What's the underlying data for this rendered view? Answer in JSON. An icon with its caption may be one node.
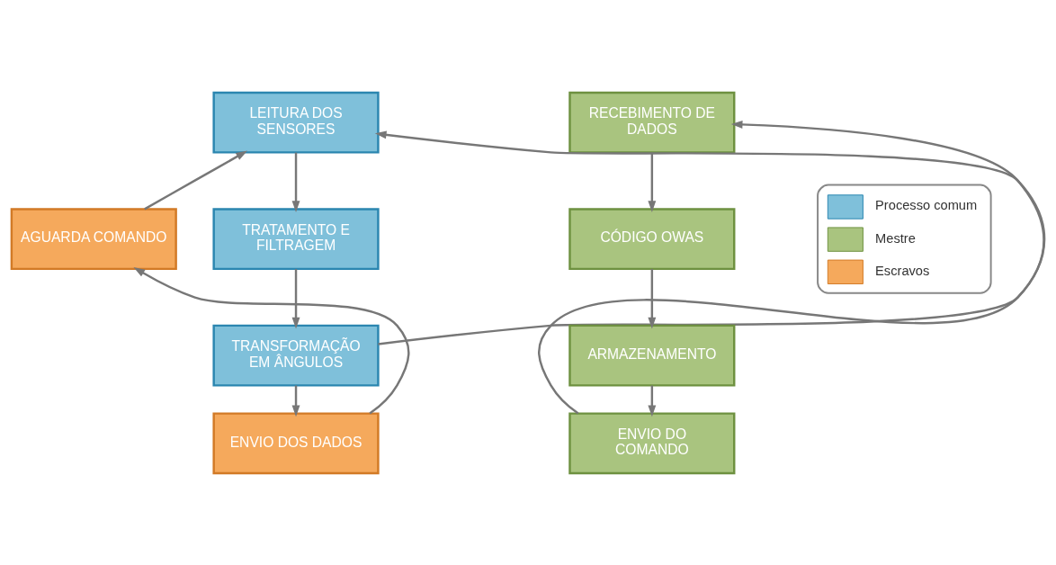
{
  "diagram": {
    "nodes": [
      {
        "text": [
          "LEITURA DOS SENSORES"
        ]
      },
      {
        "text": [
          "TRATAMENTO E FILTRAGEM"
        ]
      },
      {
        "text": [
          "TRANSFORMAÇÃO EM ÂNGULOS"
        ]
      },
      {
        "text": [
          "ENVIO DOS DADOS"
        ]
      },
      {
        "text": [
          "AGUARDA COMANDO"
        ]
      },
      {
        "text": [
          "RECEBIMENTO DE DADOS"
        ]
      },
      {
        "text": [
          "CÓDIGO OWAS"
        ]
      },
      {
        "text": [
          "ARMAZENAMENTO"
        ]
      },
      {
        "text": [
          "ENVIO DO COMANDO"
        ]
      }
    ],
    "edges": [
      {
        "from": 0,
        "to": 1,
        "arrow": "to"
      },
      {
        "from": 1,
        "to": 2,
        "arrow": "to"
      },
      {
        "from": 2,
        "to": 3,
        "arrow": "to"
      },
      {
        "from": 3,
        "to": 4,
        "arrow": "to"
      },
      {
        "from": 4,
        "to": 0,
        "arrow": "to"
      },
      {
        "from": 2,
        "to": 5,
        "arrow": "to"
      },
      {
        "from": 5,
        "to": 6,
        "arrow": "to"
      },
      {
        "from": 6,
        "to": 7,
        "arrow": "to"
      },
      {
        "from": 7,
        "to": 8,
        "arrow": "to"
      },
      {
        "from": 8,
        "to": 0,
        "arrow": "to"
      }
    ],
    "legend": [
      {
        "text": "Processo comum",
        "color": "#7fc0da"
      },
      {
        "text": "Mestre",
        "color": "#a9c47f"
      },
      {
        "text": "Escravos",
        "color": "#f5a95c"
      }
    ]
  }
}
